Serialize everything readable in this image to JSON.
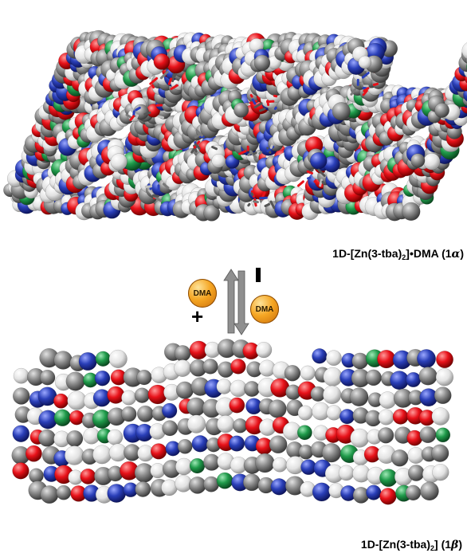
{
  "structure_top": {
    "label": {
      "prefix": "1D-[Zn(3-tba)",
      "sub": "2",
      "suffix": "]•DMA (1",
      "greek": "α",
      "close": ")"
    }
  },
  "structure_bottom": {
    "label": {
      "prefix": "1D-[Zn(3-tba)",
      "sub": "2",
      "suffix": "] (1",
      "greek": "β",
      "close": ")"
    }
  },
  "exchange": {
    "add_molecule": "DMA",
    "add_sign": "+",
    "remove_molecule": "DMA",
    "remove_sign": "-"
  },
  "colors": {
    "carbon": "#8c8c8c",
    "hydrogen": "#e6e6e6",
    "oxygen": "#e8121a",
    "nitrogen": "#2a3fb8",
    "zinc": "#1f9a4a",
    "dma_ball": "#f5a623",
    "arrow": "#8f8f8f"
  }
}
